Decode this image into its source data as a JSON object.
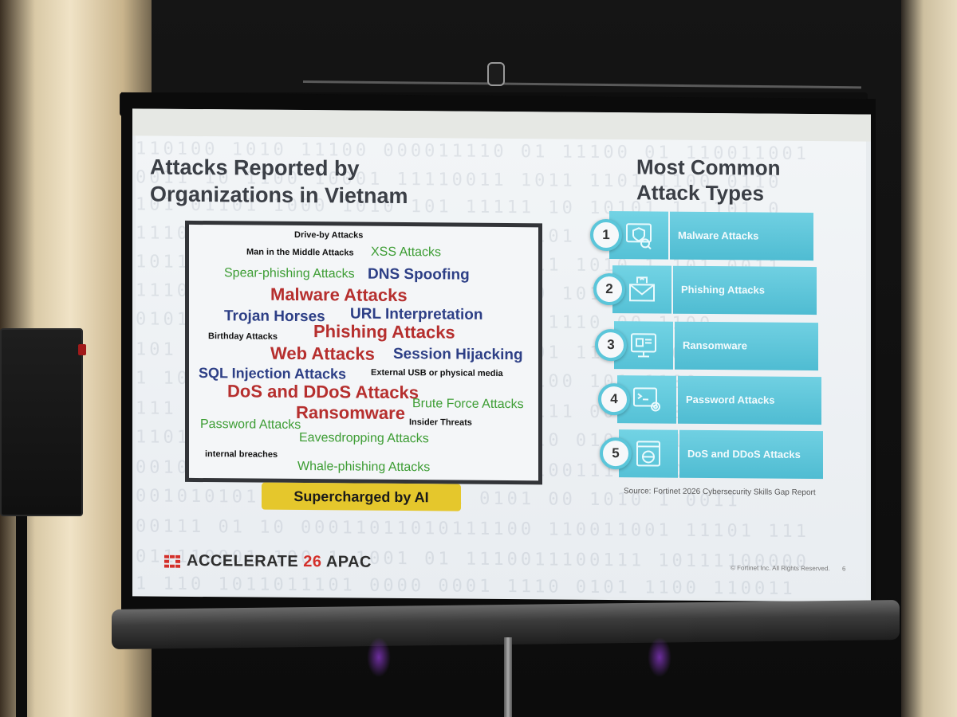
{
  "slide": {
    "left_title_line1": "Attacks Reported by",
    "left_title_line2": "Organizations in Vietnam",
    "right_title_line1": "Most Common",
    "right_title_line2": "Attack Types",
    "supercharged_label": "Supercharged by AI",
    "source": "Source: Fortinet 2026 Cybersecurity Skills Gap Report",
    "copyright": "© Fortinet Inc. All Rights Reserved.",
    "page_number": "6",
    "logo": {
      "prefix": "ACCELERATE ",
      "number": "26",
      "suffix": " APAC"
    },
    "word_cloud": [
      {
        "text": "Drive-by Attacks",
        "style": "black",
        "size": "small"
      },
      {
        "text": "Man in the Middle Attacks",
        "style": "black",
        "size": "small"
      },
      {
        "text": "XSS Attacks",
        "style": "green",
        "size": "medium"
      },
      {
        "text": "Spear-phishing Attacks",
        "style": "green",
        "size": "medium"
      },
      {
        "text": "DNS Spoofing",
        "style": "blue",
        "size": "large"
      },
      {
        "text": "Malware Attacks",
        "style": "red",
        "size": "xlarge"
      },
      {
        "text": "Trojan Horses",
        "style": "blue",
        "size": "large"
      },
      {
        "text": "URL Interpretation",
        "style": "blue",
        "size": "large"
      },
      {
        "text": "Birthday Attacks",
        "style": "black",
        "size": "small"
      },
      {
        "text": "Phishing Attacks",
        "style": "red",
        "size": "xlarge"
      },
      {
        "text": "Web Attacks",
        "style": "red",
        "size": "xlarge"
      },
      {
        "text": "Session Hijacking",
        "style": "blue",
        "size": "large"
      },
      {
        "text": "SQL Injection Attacks",
        "style": "blue",
        "size": "large"
      },
      {
        "text": "External USB or physical media",
        "style": "black",
        "size": "small"
      },
      {
        "text": "DoS and DDoS Attacks",
        "style": "red",
        "size": "xlarge"
      },
      {
        "text": "Brute Force Attacks",
        "style": "green",
        "size": "medium"
      },
      {
        "text": "Ransomware",
        "style": "red",
        "size": "xlarge"
      },
      {
        "text": "Password Attacks",
        "style": "green",
        "size": "medium"
      },
      {
        "text": "Insider Threats",
        "style": "black",
        "size": "small"
      },
      {
        "text": "Eavesdropping Attacks",
        "style": "green",
        "size": "medium"
      },
      {
        "text": "internal breaches",
        "style": "black",
        "size": "small"
      },
      {
        "text": "Whale-phishing Attacks",
        "style": "green",
        "size": "medium"
      }
    ],
    "attack_types": [
      {
        "rank": "1",
        "label": "Malware Attacks",
        "icon": "malware-shield-icon"
      },
      {
        "rank": "2",
        "label": "Phishing Attacks",
        "icon": "phishing-envelope-icon"
      },
      {
        "rank": "3",
        "label": "Ransomware",
        "icon": "ransomware-monitor-icon"
      },
      {
        "rank": "4",
        "label": "Password Attacks",
        "icon": "password-gear-icon"
      },
      {
        "rank": "5",
        "label": "DoS and DDoS Attacks",
        "icon": "ddos-window-icon"
      }
    ],
    "colors": {
      "red": "#b62f2e",
      "blue": "#2d3f86",
      "green": "#3d9d34",
      "teal": "#55c1d6",
      "yellow": "#e5c72c"
    }
  }
}
